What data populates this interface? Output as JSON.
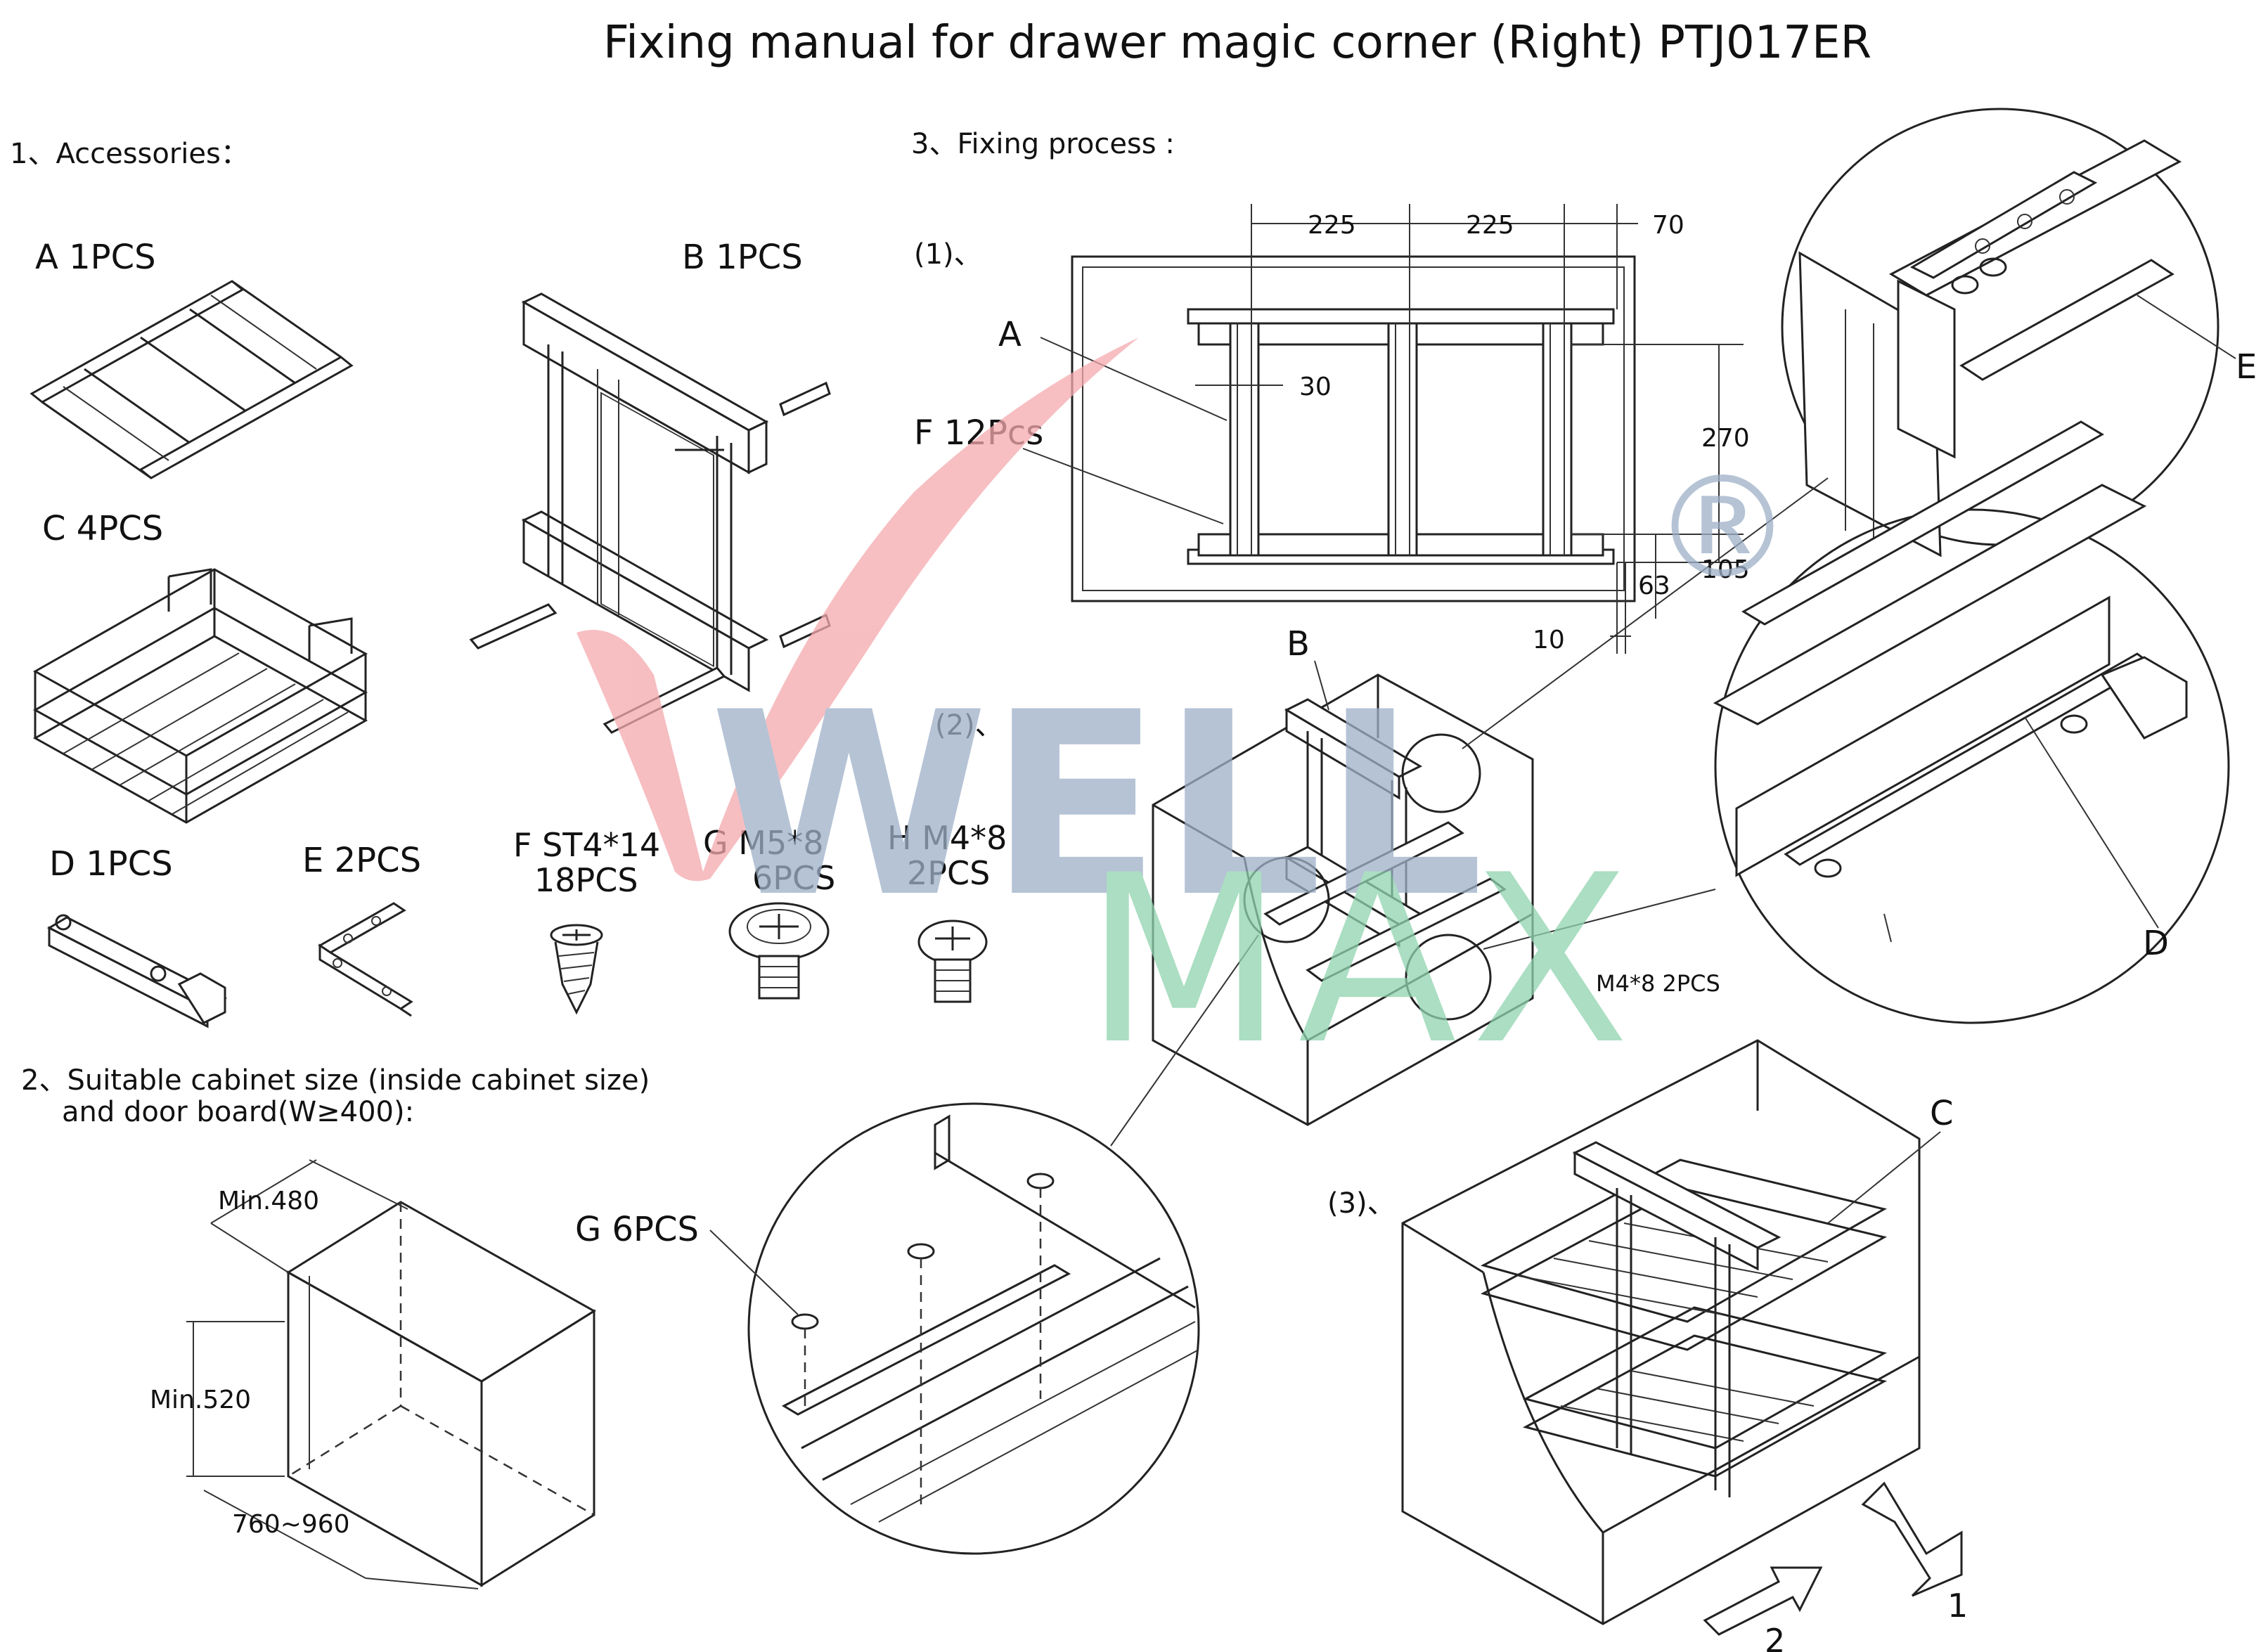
{
  "title": "Fixing manual for drawer magic corner (Right) PTJ017ER",
  "sections": {
    "accessories": "1、Accessories：",
    "cabinet_size_line1": "2、Suitable cabinet size (inside cabinet size)",
    "cabinet_size_line2": "and door board(W≥400):",
    "fixing_process": "3、Fixing process :"
  },
  "parts": {
    "A": "A   1PCS",
    "B": "B   1PCS",
    "C": "C   4PCS",
    "D": "D   1PCS",
    "E": "E   2PCS",
    "F_line1": "F ST4*14",
    "F_line2": "18PCS",
    "G_line1": "G  M5*8",
    "G_line2": "6PCS",
    "H_line1": "H M4*8",
    "H_line2": "2PCS"
  },
  "cabinet_dims": {
    "depth": "Min.480",
    "height": "Min.520",
    "width": "760~960"
  },
  "steps": {
    "s1": "(1)、",
    "s2": "(2)、",
    "s3": "(3)、"
  },
  "step1": {
    "dim_225a": "225",
    "dim_225b": "225",
    "dim_70": "70",
    "dim_30": "30",
    "dim_270": "270",
    "dim_105": "105",
    "dim_63": "63",
    "dim_10": "10",
    "label_A": "A",
    "label_F": "F  12Pcs"
  },
  "callouts": {
    "B": "B",
    "C": "C",
    "D": "D",
    "E": "E",
    "G": "G  6PCS",
    "H": "M4*8 2PCS",
    "arrow1": "1",
    "arrow2": "2"
  },
  "watermark": {
    "registered": "®",
    "line1": "WELL",
    "line2": "MAX",
    "color_well": "#9db0c8",
    "color_max": "#8fd3ae",
    "color_check": "#f4a9ad"
  }
}
